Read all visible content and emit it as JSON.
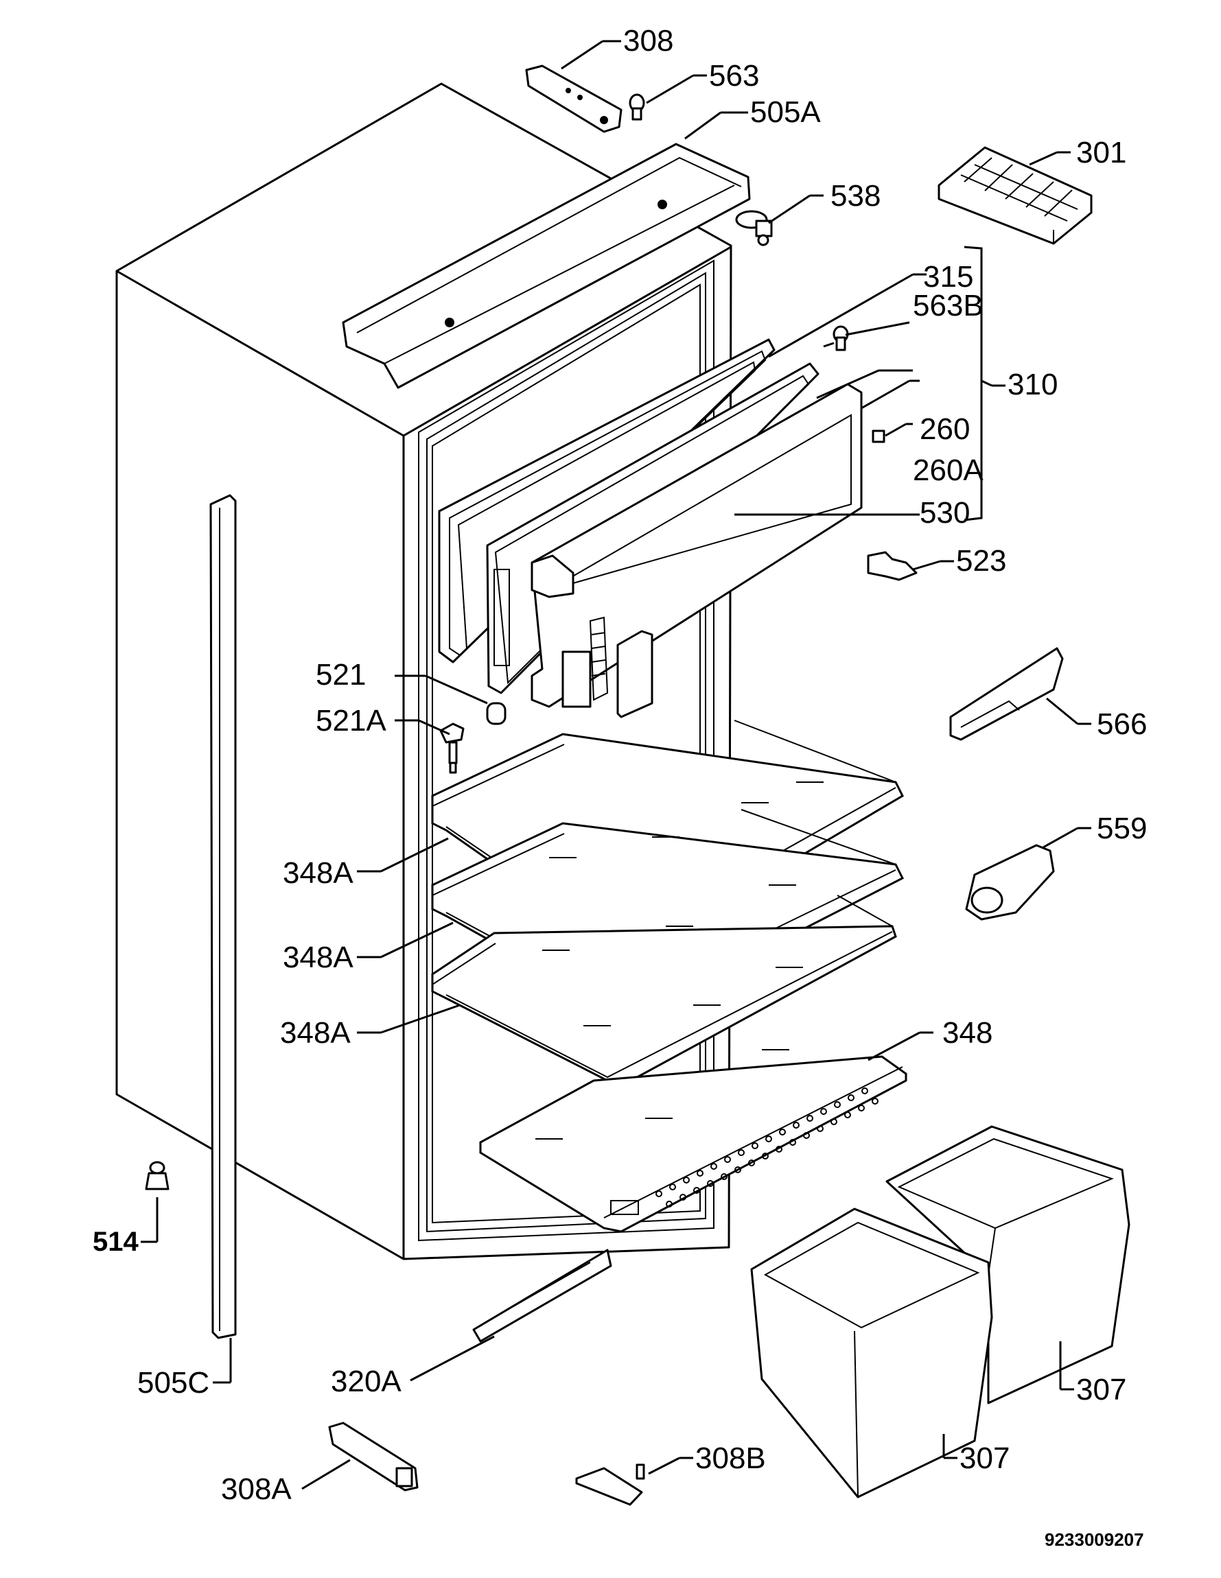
{
  "labels": {
    "l308_top": "308",
    "l563": "563",
    "l505a": "505A",
    "l301": "301",
    "l538": "538",
    "l315": "315",
    "l563b": "563B",
    "l310": "310",
    "l260": "260",
    "l260a": "260A",
    "l530": "530",
    "l523": "523",
    "l521": "521",
    "l521a": "521A",
    "l566": "566",
    "l559": "559",
    "l348a_1": "348A",
    "l348a_2": "348A",
    "l348a_3": "348A",
    "l348": "348",
    "l514": "514",
    "l505c": "505C",
    "l320a": "320A",
    "l307_right": "307",
    "l307_left": "307",
    "l308b": "308B",
    "l308a": "308A"
  },
  "document_number": "9233009207"
}
